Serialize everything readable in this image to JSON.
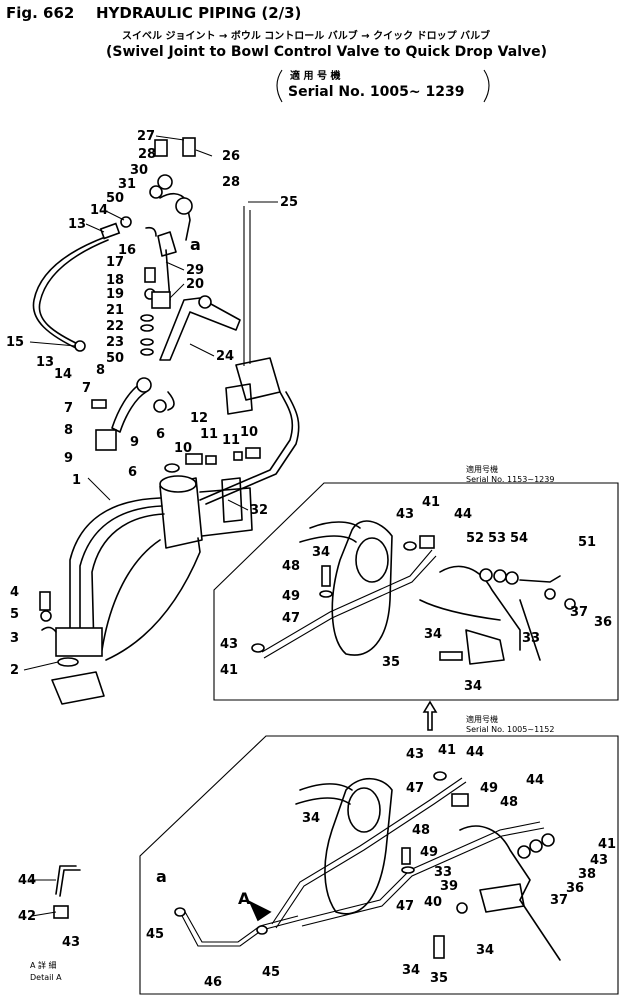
{
  "header": {
    "fig_no": "Fig. 662",
    "title": "HYDRAULIC PIPING (2/3)",
    "jp_line": "スイベル ジョイント → ボウル コントロール バルブ → クイック ドロップ バルブ",
    "en_line": "(Swivel Joint to Bowl Control Valve to Quick Drop Valve)",
    "serial_jp": "適 用 号 機",
    "serial": "Serial No. 1005~ 1239"
  },
  "insets": {
    "upper_jp": "適用号機",
    "upper_serial": "Serial No. 1153~1239",
    "lower_jp": "適用号機",
    "lower_serial": "Serial No. 1005~1152",
    "detail_jp": "A 詳 細",
    "detail_label": "Detail A",
    "marker_a": "a",
    "marker_A": "A"
  },
  "callouts": {
    "main": [
      "27",
      "28",
      "26",
      "30",
      "31",
      "50",
      "28",
      "25",
      "14",
      "13",
      "a",
      "16",
      "29",
      "17",
      "18",
      "20",
      "19",
      "21",
      "22",
      "23",
      "15",
      "13",
      "14",
      "50",
      "24",
      "7",
      "8",
      "12",
      "7",
      "6",
      "8",
      "9",
      "9",
      "10",
      "11",
      "11",
      "10",
      "6",
      "1",
      "32",
      "4",
      "5",
      "3",
      "2"
    ],
    "upper_inset": [
      "43",
      "41",
      "44",
      "52",
      "53",
      "54",
      "51",
      "34",
      "48",
      "49",
      "47",
      "43",
      "41",
      "33",
      "37",
      "36",
      "34",
      "35",
      "34"
    ],
    "lower_inset": [
      "43",
      "41",
      "44",
      "44",
      "47",
      "49",
      "48",
      "34",
      "48",
      "49",
      "41",
      "43",
      "33",
      "38",
      "39",
      "36",
      "37",
      "40",
      "47",
      "45",
      "46",
      "45",
      "34",
      "34",
      "35"
    ],
    "detail": [
      "44",
      "42",
      "43"
    ]
  }
}
